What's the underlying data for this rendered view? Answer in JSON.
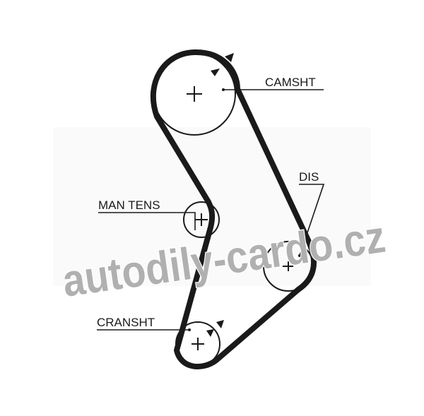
{
  "title": "Timing belt routing diagram",
  "labels": {
    "camshaft": "CAMSHT",
    "manual_tensioner": "MAN TENS",
    "distributor": "DIS",
    "crankshaft": "CRANSHT"
  },
  "watermark": "autodily-cardo.cz",
  "colors": {
    "belt": "#1a1a1a",
    "watermark": "#b0b0b0",
    "background": "#ffffff"
  }
}
